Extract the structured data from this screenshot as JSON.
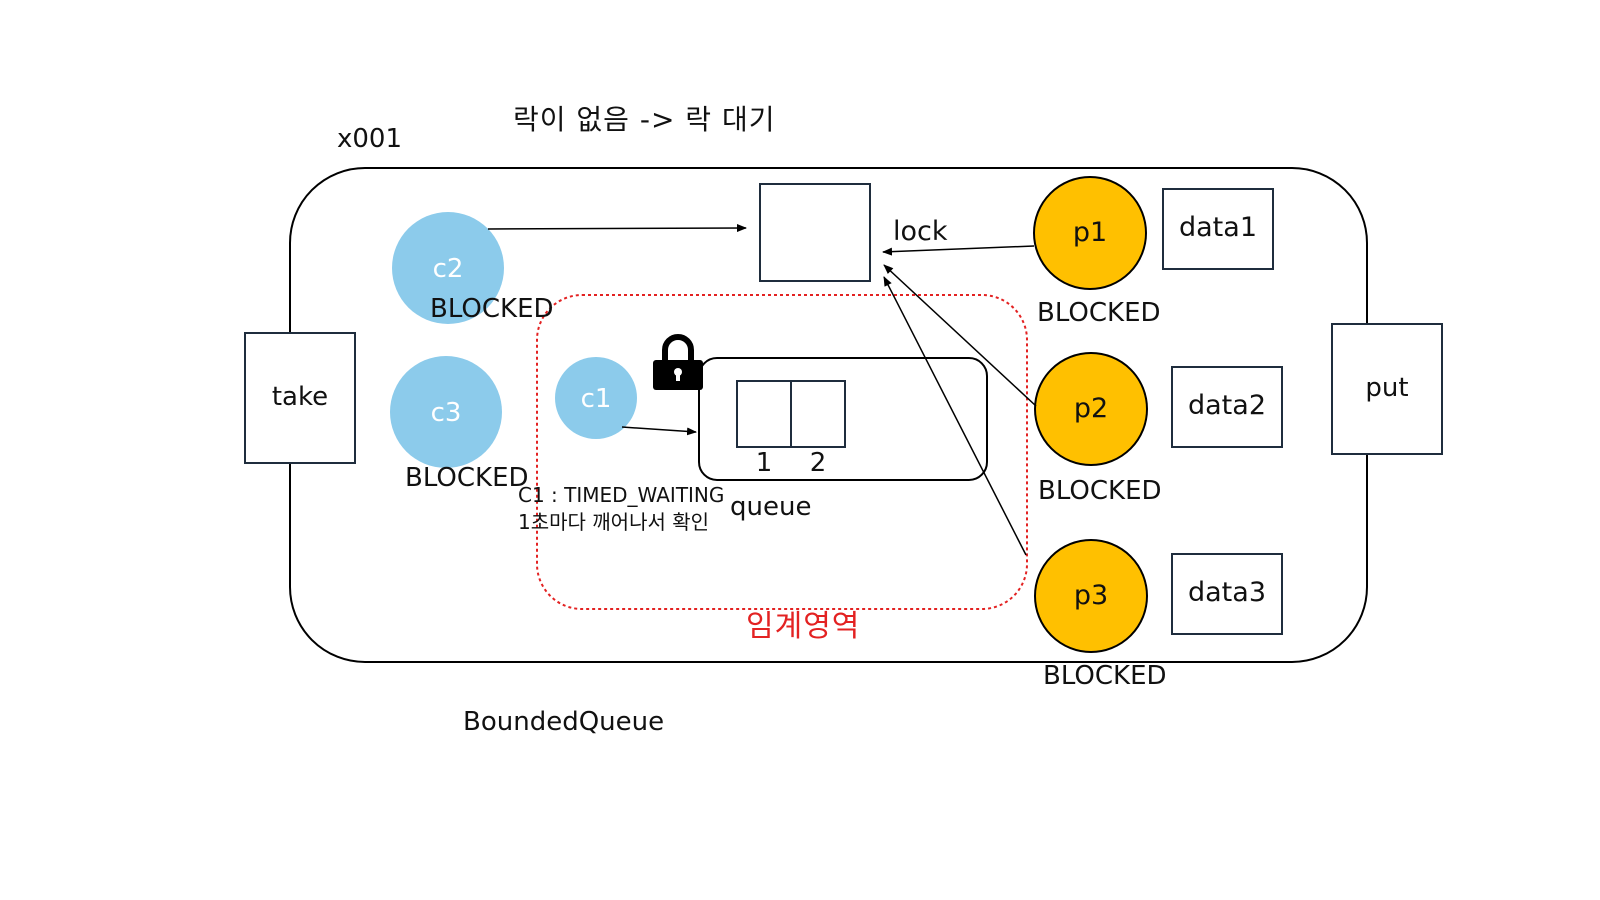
{
  "header": {
    "title": "락이 없음 -> 락 대기"
  },
  "object_ref": "x001",
  "container_label": "BoundedQueue",
  "methods": {
    "take": "take",
    "put": "put"
  },
  "lock": {
    "label": "lock"
  },
  "queue": {
    "label": "queue",
    "slots": [
      "1",
      "2"
    ]
  },
  "critical_section": {
    "label": "임계영역",
    "color": "#e32222"
  },
  "consumers": [
    {
      "name": "c1",
      "status": "C1 : TIMED_WAITING",
      "note": "1초마다 깨어나서 확인"
    },
    {
      "name": "c2",
      "status": "BLOCKED"
    },
    {
      "name": "c3",
      "status": "BLOCKED"
    }
  ],
  "producers": [
    {
      "name": "p1",
      "status": "BLOCKED",
      "data": "data1"
    },
    {
      "name": "p2",
      "status": "BLOCKED",
      "data": "data2"
    },
    {
      "name": "p3",
      "status": "BLOCKED",
      "data": "data3"
    }
  ],
  "colors": {
    "consumer": "#8ccbeb",
    "producer": "#ffc000",
    "critical": "#e32222"
  },
  "icons": {
    "lock": "padlock-icon"
  }
}
